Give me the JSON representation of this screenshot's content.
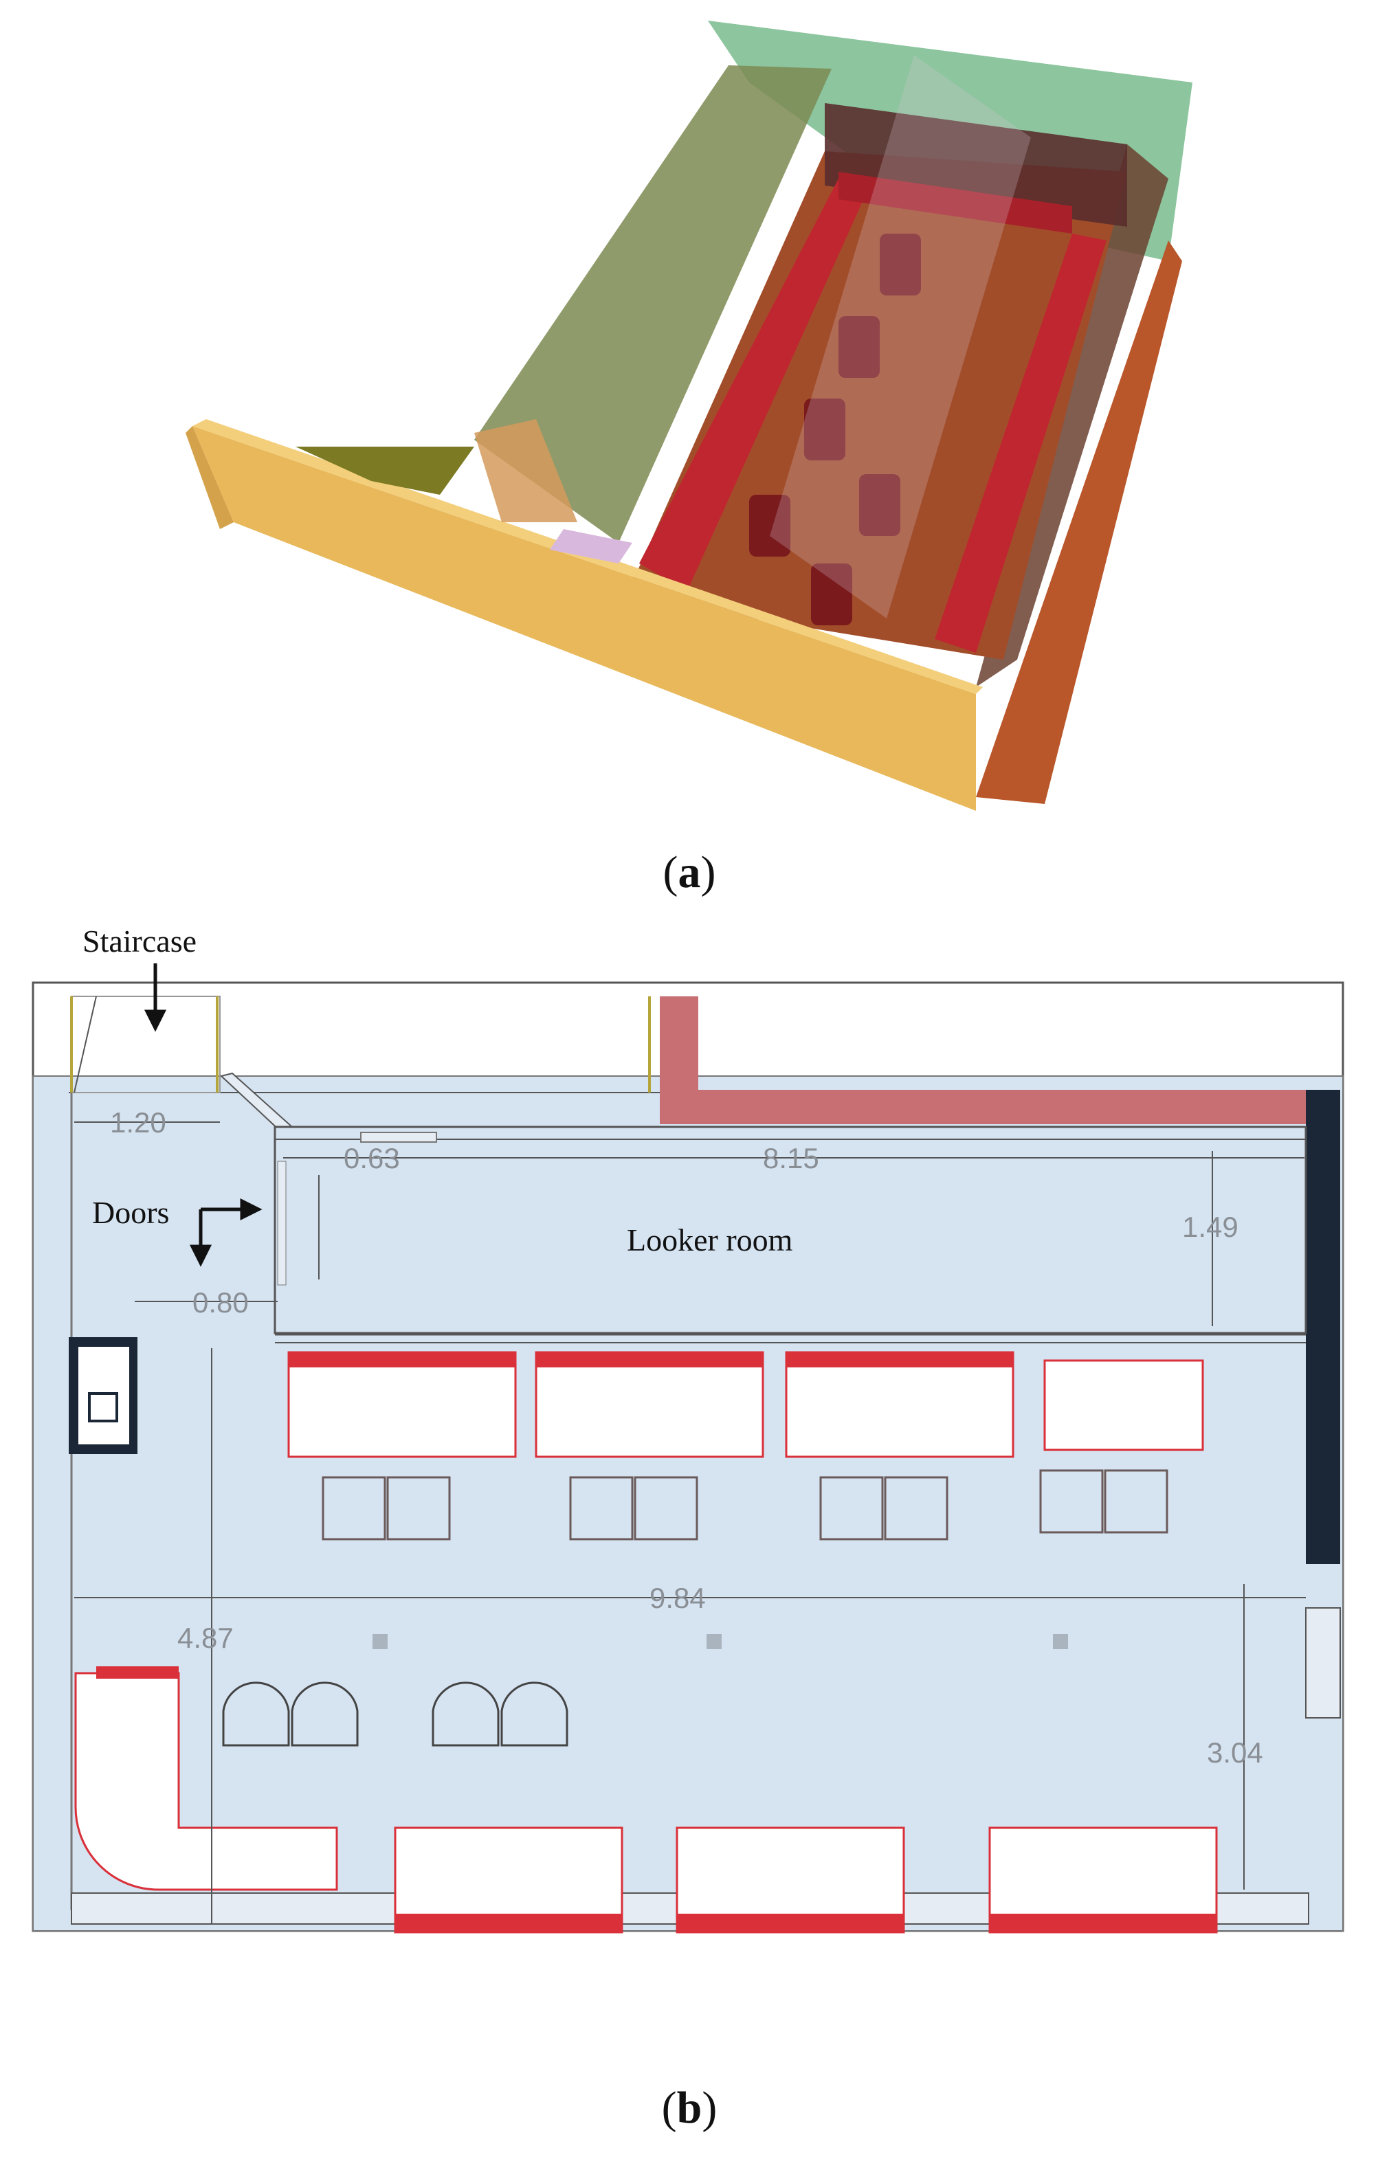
{
  "figure": {
    "panel_a": {
      "open": "(",
      "letter": "a",
      "close": ")"
    },
    "panel_b": {
      "open": "(",
      "letter": "b",
      "close": ")"
    }
  },
  "plan_labels": {
    "staircase": "Staircase",
    "doors": "Doors",
    "room": "Looker room"
  },
  "dimensions": {
    "d1": "1.20",
    "d2": "0.63",
    "d3": "8.15",
    "d4": "1.49",
    "d5": "0.80",
    "d6": "9.84",
    "d7": "4.87",
    "d8": "3.04"
  },
  "colors": {
    "floor_plan": "#d6e4f2",
    "seat_red": "#d9303a",
    "wall_dark": "#1b2736",
    "wall_pink": "#c86f74",
    "wall_yellow": "#e8b85a",
    "floor_wood": "#a24d2a",
    "wall_green": "#7fbf94"
  }
}
